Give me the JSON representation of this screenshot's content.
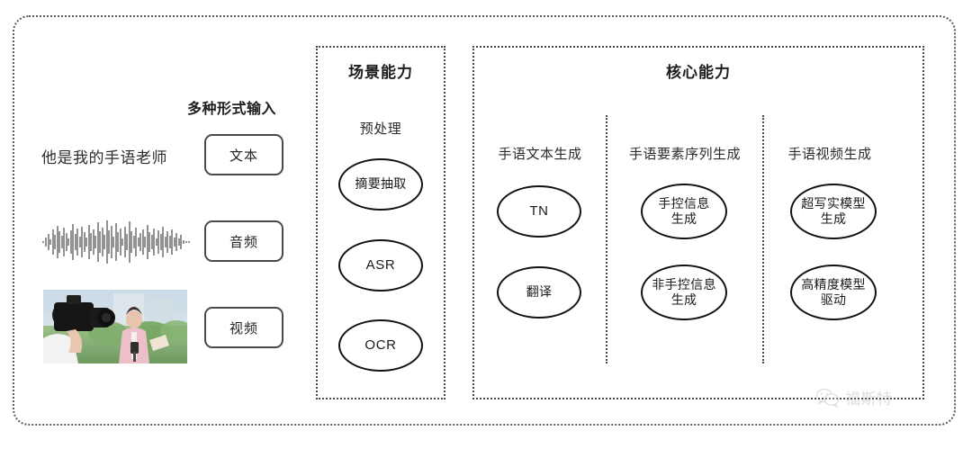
{
  "diagram": {
    "title_hidden": "",
    "left_panel": {
      "heading": "多种形式输入",
      "sample_text": "他是我的手语老师",
      "modalities": [
        {
          "label": "文本",
          "media": "text-sample"
        },
        {
          "label": "音频",
          "media": "audio-waveform"
        },
        {
          "label": "视频",
          "media": "video-thumbnail"
        }
      ]
    },
    "scene_panel": {
      "title": "场景能力",
      "subtitle": "预处理",
      "nodes": [
        {
          "label": "摘要抽取",
          "script": "cjk"
        },
        {
          "label": "ASR",
          "script": "latin"
        },
        {
          "label": "OCR",
          "script": "latin"
        }
      ]
    },
    "core_panel": {
      "title": "核心能力",
      "columns": [
        {
          "title": "手语文本生成",
          "nodes": [
            {
              "label": "TN",
              "script": "latin"
            },
            {
              "label": "翻译",
              "script": "cjk"
            }
          ]
        },
        {
          "title": "手语要素序列生成",
          "nodes": [
            {
              "label": "手控信息\n生成",
              "script": "cjk"
            },
            {
              "label": "非手控信息\n生成",
              "script": "cjk"
            }
          ]
        },
        {
          "title": "手语视频生成",
          "nodes": [
            {
              "label": "超写实模型\n生成",
              "script": "cjk"
            },
            {
              "label": "高精度模型\n驱动",
              "script": "cjk"
            }
          ]
        }
      ]
    },
    "watermark": {
      "icon": "wechat-icon",
      "text": "福斯特"
    },
    "colors": {
      "border": "#4a4a4a",
      "node_stroke": "#111111",
      "text": "#2b2b2b",
      "background": "#ffffff",
      "watermark": "#9e9e9e"
    }
  }
}
